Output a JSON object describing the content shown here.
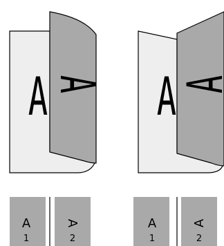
{
  "letter": "A",
  "pages": {
    "page1_number": "1",
    "page2_number": "2"
  },
  "colors": {
    "sheet_light": "#eeeeee",
    "sheet_dark": "#a9a9a9",
    "outline": "#000000"
  }
}
